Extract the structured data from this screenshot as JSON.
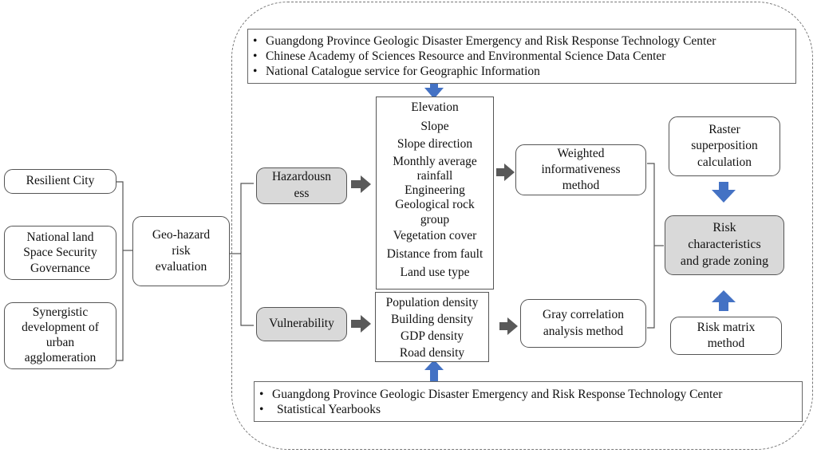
{
  "sources_top": [
    "Guangdong Province Geologic Disaster Emergency and Risk Response Technology Center",
    "Chinese Academy of Sciences Resource and Environmental Science Data Center",
    "National Catalogue service for Geographic Information"
  ],
  "sources_bottom": [
    "Guangdong Province Geologic Disaster Emergency and Risk Response Technology Center",
    "Statistical Yearbooks"
  ],
  "left_goals": [
    "Resilient City",
    "National land\nSpace Security\nGovernance",
    "Synergistic\ndevelopment of\nurban\nagglomeration"
  ],
  "evaluation": "Geo-hazard\nrisk\nevaluation",
  "hazard": "Hazardousn\ness",
  "vulnerability": "Vulnerability",
  "hazard_factors": [
    "Elevation",
    "Slope",
    "Slope direction",
    "Monthly  average\nrainfall",
    "Engineering\nGeological rock\ngroup",
    "Vegetation cover",
    "Distance from fault",
    "Land use type"
  ],
  "vuln_factors": [
    "Population density",
    "Building density",
    "GDP density",
    "Road density"
  ],
  "weighted_method": "Weighted\ninformativeness\nmethod",
  "gray_method": "Gray correlation\nanalysis method",
  "raster": "Raster\nsuperposition\ncalculation",
  "risk": "Risk\ncharacteristics\nand grade zoning",
  "matrix": "Risk matrix\nmethod",
  "colors": {
    "arrow_blue": "#4472c4",
    "arrow_gray": "#595959",
    "box_gray": "#d9d9d9"
  }
}
